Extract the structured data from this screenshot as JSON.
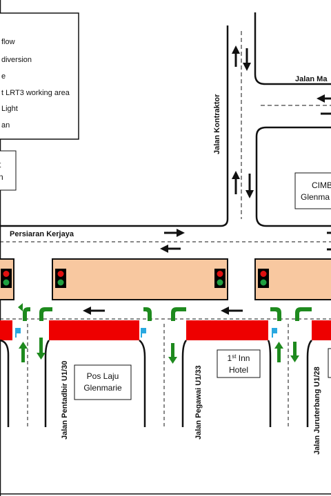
{
  "legend": {
    "items": [
      {
        "label": "flow"
      },
      {
        "label": "diversion"
      },
      {
        "label": "e"
      },
      {
        "label": "t LRT3 working area"
      },
      {
        "label": "Light"
      },
      {
        "label": "an"
      }
    ]
  },
  "roads": {
    "persiaran_kerjaya": "Persiaran Kerjaya",
    "jalan_kontraktor": "Jalan Kontraktor",
    "jalan_ma": "Jalan Ma",
    "jalan_pentadbir": "Jalan Pentadbir U1/30",
    "jalan_pegawai": "Jalan Pegawai U1/33",
    "jalan_juruterbang": "Jalan Juruterbang U1/28"
  },
  "buildings": {
    "left_partial": {
      "line1": "t",
      "line2": "n"
    },
    "cimb": {
      "line1": "CIMB",
      "line2": "Glenma"
    },
    "pos_laju": {
      "line1": "Pos Laju",
      "line2": "Glenmarie"
    },
    "inn_hotel": {
      "line1": "1",
      "sup": "st",
      "line1b": " Inn",
      "line2": "Hotel"
    }
  },
  "colors": {
    "work_area": "#f8c8a0",
    "closure": "#ee0000",
    "signal_red": "#e01010",
    "signal_green": "#20a040",
    "diversion_arrow": "#1e8a1e",
    "flag": "#29a8e0",
    "road_edge": "#111111"
  },
  "icons": {
    "traffic_light": "traffic-light-icon",
    "flow_arrow": "arrow-icon",
    "diversion_arrow": "diversion-arrow-icon",
    "flag": "flag-icon"
  }
}
